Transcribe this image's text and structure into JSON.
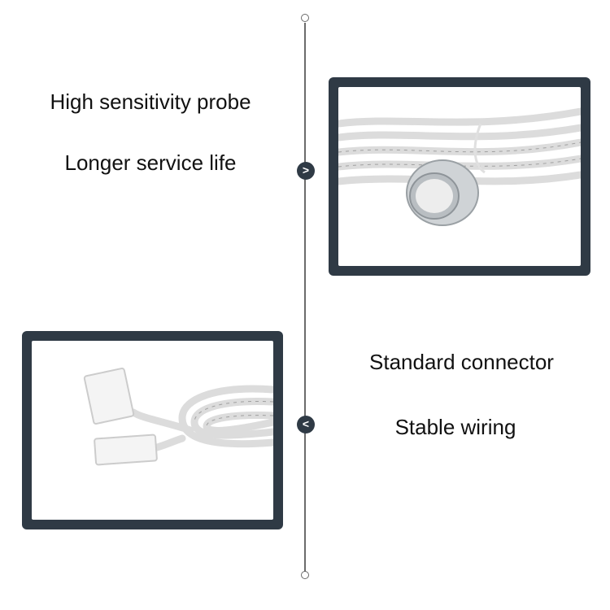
{
  "sections": [
    {
      "captions": [
        "High sensitivity probe",
        "Longer service life"
      ],
      "marker": ">",
      "image": "touch-sensor-probe-photo"
    },
    {
      "captions": [
        "Standard connector",
        "Stable wiring"
      ],
      "marker": "<",
      "image": "wire-connector-photo"
    }
  ],
  "colors": {
    "frame": "#2f3a45",
    "timeline": "#6b6b6b"
  }
}
